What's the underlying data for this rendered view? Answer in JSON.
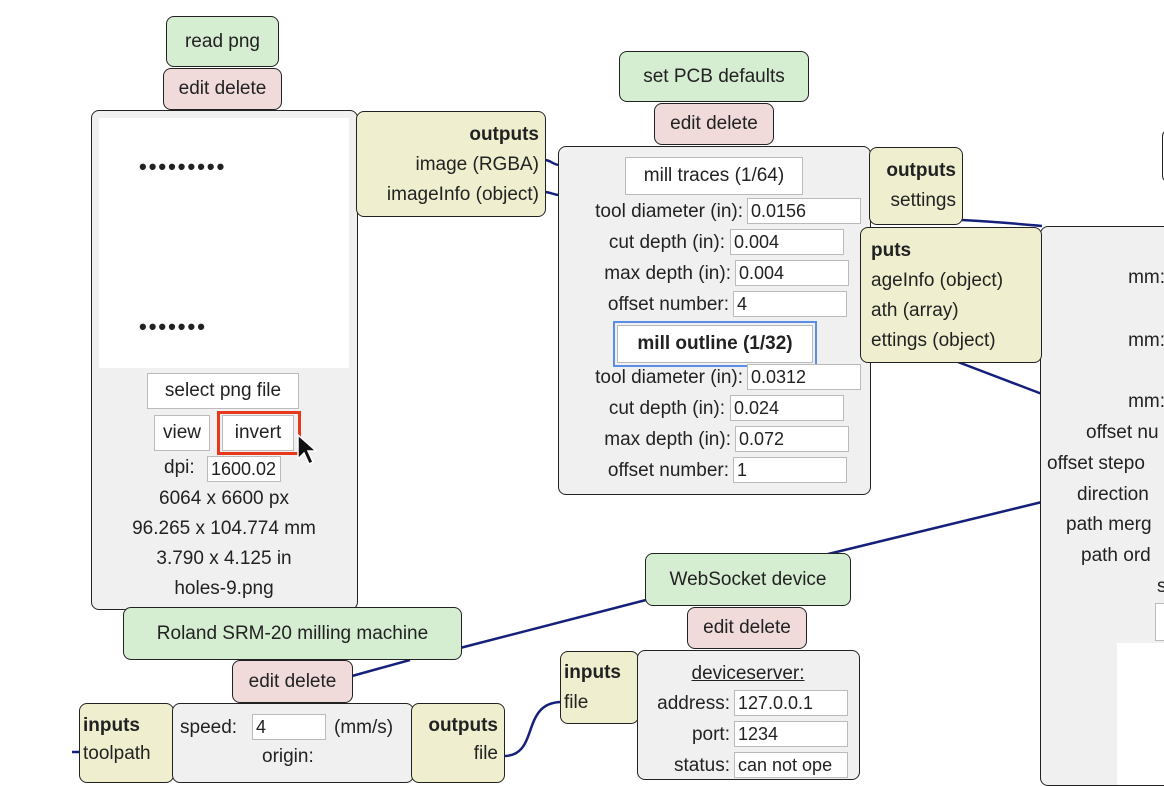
{
  "colors": {
    "module_title": "#d5eed2",
    "edit_delete": "#f0dada",
    "io": "#efefd0",
    "panel": "#f0f0f0",
    "wire": "#14207a",
    "highlight_box": "#e8381c",
    "focus_ring": "#5b8ee6"
  },
  "read_png": {
    "title": "read png",
    "edit_delete": "edit delete",
    "select_label": "select png file",
    "view_label": "view",
    "invert_label": "invert",
    "dpi_label": "dpi:",
    "dpi_value": "1600.02",
    "size_px": "6064 x 6600 px",
    "size_mm": "96.265 x 104.774 mm",
    "size_in": "3.790 x 4.125 in",
    "filename": "holes-9.png",
    "outputs": {
      "title": "outputs",
      "image": "image (RGBA)",
      "imageInfo": "imageInfo (object)"
    }
  },
  "pcb_defaults": {
    "title": "set PCB defaults",
    "edit_delete": "edit delete",
    "mill_traces_label": "mill traces (1/64)",
    "mill_outline_label": "mill outline (1/32)",
    "traces": [
      {
        "label": "tool diameter (in):",
        "value": "0.0156"
      },
      {
        "label": "cut depth (in):",
        "value": "0.004"
      },
      {
        "label": "max depth (in):",
        "value": "0.004"
      },
      {
        "label": "offset number:",
        "value": "4"
      }
    ],
    "outline": [
      {
        "label": "tool diameter (in):",
        "value": "0.0312"
      },
      {
        "label": "cut depth (in):",
        "value": "0.024"
      },
      {
        "label": "max depth (in):",
        "value": "0.072"
      },
      {
        "label": "offset number:",
        "value": "1"
      }
    ],
    "outputs": {
      "title": "outputs",
      "settings": "settings"
    }
  },
  "mill_raster": {
    "outputs_title": "puts",
    "outputs": [
      "ageInfo (object)",
      "ath (array)",
      "ettings (object)"
    ],
    "labels": [
      "mm:",
      "mm:",
      "mm:",
      "offset nu",
      "offset stepo",
      "direction",
      "path merg",
      "path ord",
      "s"
    ]
  },
  "websocket": {
    "title": "WebSocket device",
    "edit_delete": "edit delete",
    "inputs_title": "inputs",
    "inputs_file": "file",
    "server_label": "deviceserver:",
    "address_label": "address:",
    "address_value": "127.0.0.1",
    "port_label": "port:",
    "port_value": "1234",
    "status_label": "status:",
    "status_value": "can not ope"
  },
  "roland": {
    "title": "Roland SRM-20 milling machine",
    "edit_delete": "edit delete",
    "inputs_title": "inputs",
    "inputs_toolpath": "toolpath",
    "speed_label": "speed:",
    "speed_value": "4",
    "speed_unit": "(mm/s)",
    "origin_label": "origin:",
    "outputs_title": "outputs",
    "outputs_file": "file"
  }
}
